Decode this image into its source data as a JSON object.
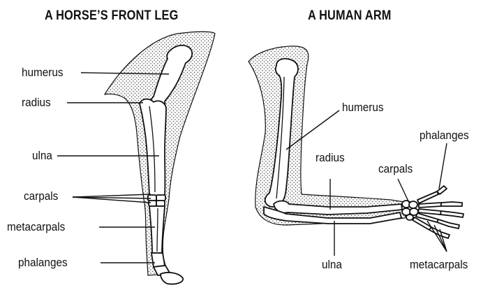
{
  "horse": {
    "title": "A HORSE’S FRONT LEG",
    "labels": {
      "humerus": "humerus",
      "radius": "radius",
      "ulna": "ulna",
      "carpals": "carpals",
      "metacarpals": "metacarpals",
      "phalanges": "phalanges"
    }
  },
  "human": {
    "title": "A HUMAN ARM",
    "labels": {
      "humerus": "humerus",
      "radius": "radius",
      "carpals": "carpals",
      "phalanges": "phalanges",
      "ulna": "ulna",
      "metacarpals": "metacarpals"
    }
  }
}
